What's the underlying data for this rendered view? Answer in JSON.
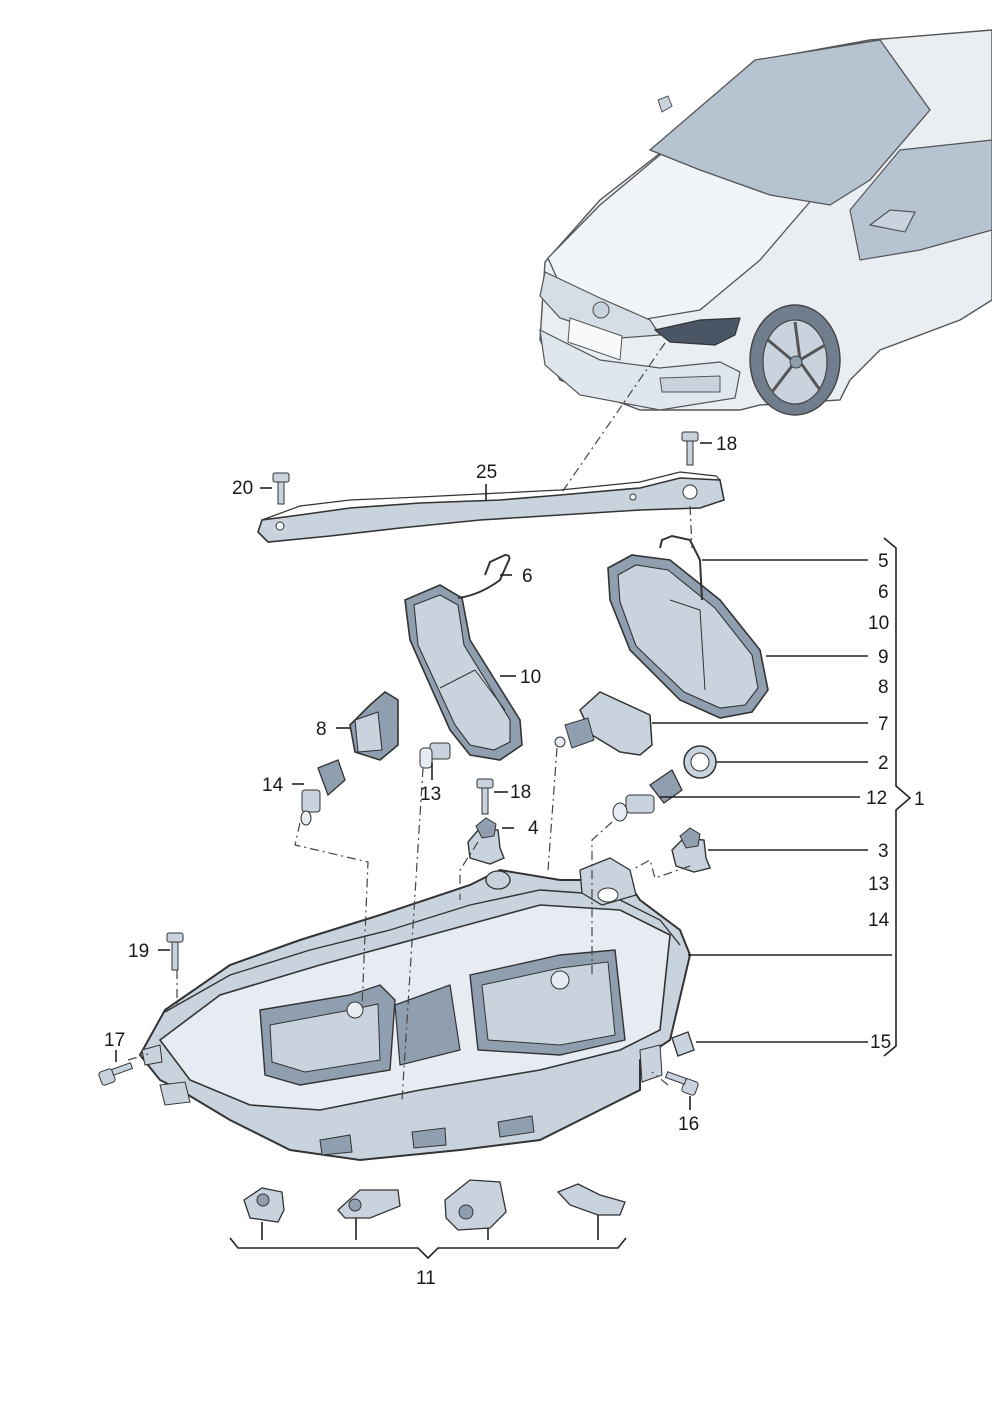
{
  "diagram": {
    "callouts": {
      "c25": "25",
      "c18a": "18",
      "c20": "20",
      "c6a": "6",
      "c10a": "10",
      "c8a": "8",
      "c14a": "14",
      "c13a": "13",
      "c18b": "18",
      "c4": "4",
      "c7": "7",
      "c2": "2",
      "c12": "12",
      "c3": "3",
      "c19": "19",
      "c17": "17",
      "c16": "16",
      "c15": "15",
      "c11": "11",
      "c1": "1",
      "c5": "5",
      "c6b": "6",
      "c10b": "10",
      "c9": "9",
      "c8b": "8",
      "c13b": "13",
      "c14b": "14"
    },
    "colors": {
      "part_fill": "#c8d3de",
      "part_fill_dark": "#8f9fb0",
      "part_fill_light": "#e6ecf2",
      "outline": "#333333",
      "car_fill": "#e9eef3",
      "glass": "#b6c3d0"
    }
  }
}
